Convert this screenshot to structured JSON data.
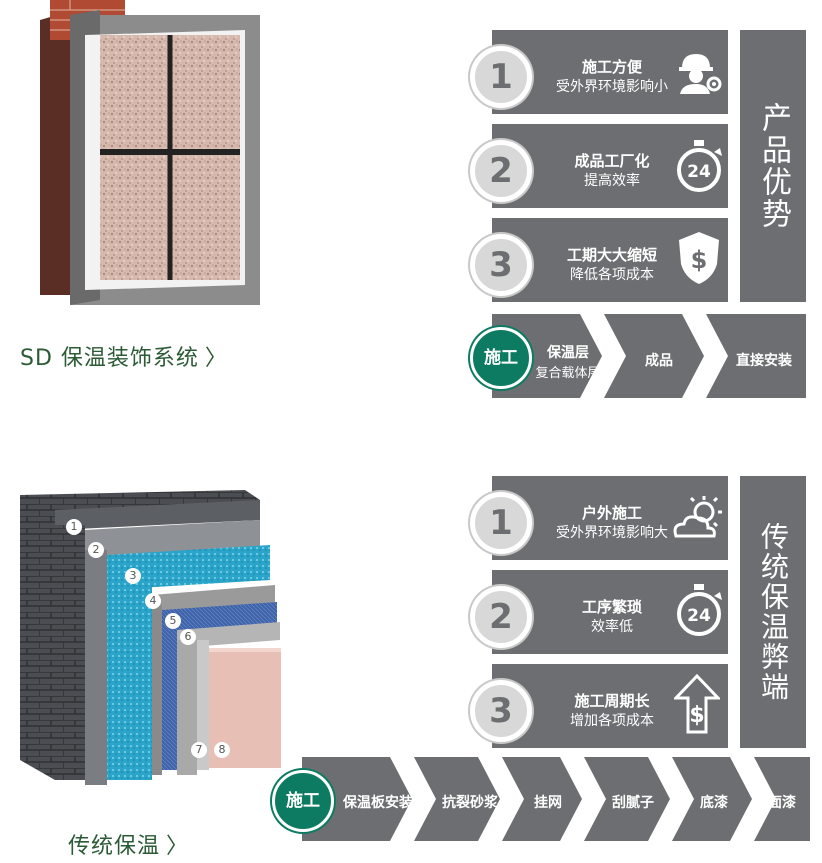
{
  "top": {
    "caption": "SD 保温装饰系统",
    "caption_chevron": "〉",
    "section_label": "产品优势",
    "advantages": [
      {
        "number": "1",
        "title": "施工方便",
        "sub": "受外界环境影响小",
        "icon": "worker-icon"
      },
      {
        "number": "2",
        "title": "成品工厂化",
        "sub": "提高效率",
        "icon": "clock-24-icon"
      },
      {
        "number": "3",
        "title": "工期大大缩短",
        "sub": "降低各项成本",
        "icon": "shield-dollar-icon"
      }
    ],
    "process": {
      "badge": "施工",
      "steps": [
        {
          "label": "保温层",
          "sub": "复合载体层"
        },
        {
          "label": "成品",
          "sub": ""
        },
        {
          "label": "直接安装",
          "sub": ""
        }
      ]
    }
  },
  "bottom": {
    "caption": "传统保温",
    "caption_chevron": "〉",
    "section_label": "传统保温弊端",
    "layer_numbers": [
      "1",
      "2",
      "3",
      "4",
      "5",
      "6",
      "7",
      "8"
    ],
    "disadvantages": [
      {
        "number": "1",
        "title": "户外施工",
        "sub": "受外界环境影响大",
        "icon": "sun-cloud-icon"
      },
      {
        "number": "2",
        "title": "工序繁琐",
        "sub": "效率低",
        "icon": "clock-24-icon"
      },
      {
        "number": "3",
        "title": "施工周期长",
        "sub": "增加各项成本",
        "icon": "arrow-up-dollar-icon"
      }
    ],
    "process": {
      "badge": "施工",
      "steps": [
        {
          "label": "保温板安装"
        },
        {
          "label": "抗裂砂浆"
        },
        {
          "label": "挂网"
        },
        {
          "label": "刮腻子"
        },
        {
          "label": "底漆"
        },
        {
          "label": "面漆"
        }
      ]
    }
  },
  "colors": {
    "panel_gray": "#6d6e71",
    "badge_green": "#0d7b62",
    "caption_green": "#2b5b35"
  }
}
